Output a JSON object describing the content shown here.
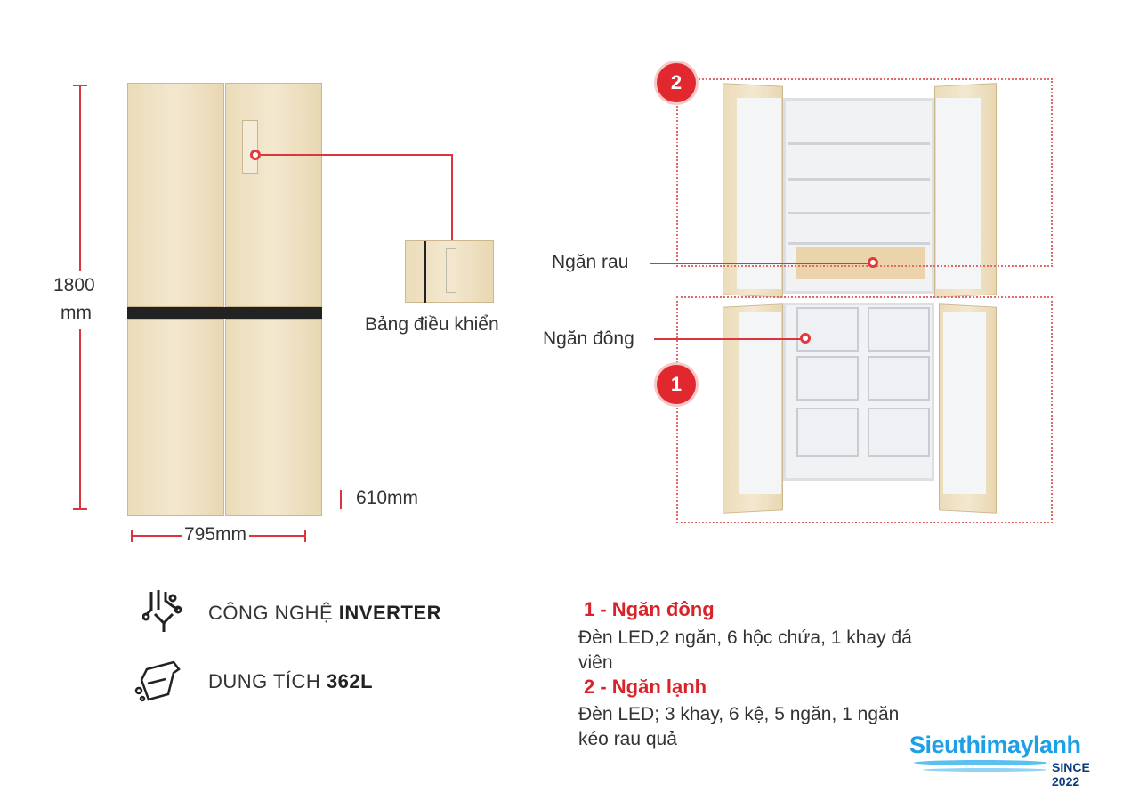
{
  "dimensions": {
    "height_value": "1800",
    "height_unit": "mm",
    "width": "795mm",
    "depth": "610mm"
  },
  "callouts": {
    "control_panel": "Bảng điều khiển",
    "crisper": "Ngăn rau",
    "freezer": "Ngăn đông",
    "zone1": "1",
    "zone2": "2"
  },
  "features": [
    {
      "icon": "circuit-icon",
      "label": "CÔNG NGHỆ ",
      "bold": "INVERTER"
    },
    {
      "icon": "measuring-jug-icon",
      "label": "DUNG TÍCH ",
      "bold": "362L"
    }
  ],
  "sections": [
    {
      "title": "1 - Ngăn đông",
      "line1": "Đèn LED,2 ngăn, 6 hộc chứa, 1 khay đá",
      "line2": "viên"
    },
    {
      "title": "2 - Ngăn lạnh",
      "line1": "Đèn LED; 3 khay, 6 kệ, 5 ngăn, 1 ngăn",
      "line2": "kéo rau quả"
    }
  ],
  "logo": {
    "name": "Sieuthimaylanh",
    "since": "SINCE 2022"
  },
  "colors": {
    "accent": "#d9363e",
    "logo": "#1ea0e6",
    "logo_dark": "#0d3b7a"
  }
}
